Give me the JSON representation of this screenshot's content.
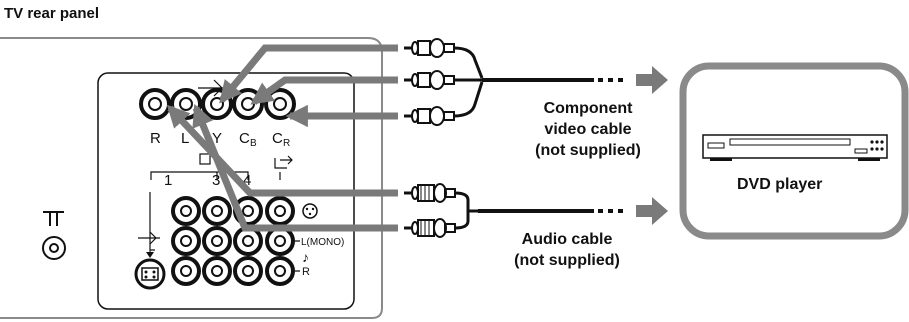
{
  "title": "TV rear panel",
  "tv_panel": {
    "jack_labels_top": [
      "R",
      "L",
      "Y",
      "C",
      "C"
    ],
    "jack_subscripts_top": [
      "B",
      "R"
    ],
    "input_numbers": [
      "1",
      "3",
      "4"
    ],
    "side_labels": {
      "mono": "L(MONO)",
      "r": "R"
    }
  },
  "component_cable": {
    "line1": "Component",
    "line2": "video cable",
    "line3": "(not supplied)"
  },
  "audio_cable": {
    "line1": "Audio cable",
    "line2": "(not supplied)"
  },
  "dvd_player": {
    "label": "DVD player"
  },
  "colors": {
    "arrow": "#7a7a7a",
    "frame": "#7a7a7a",
    "line": "#111111"
  }
}
